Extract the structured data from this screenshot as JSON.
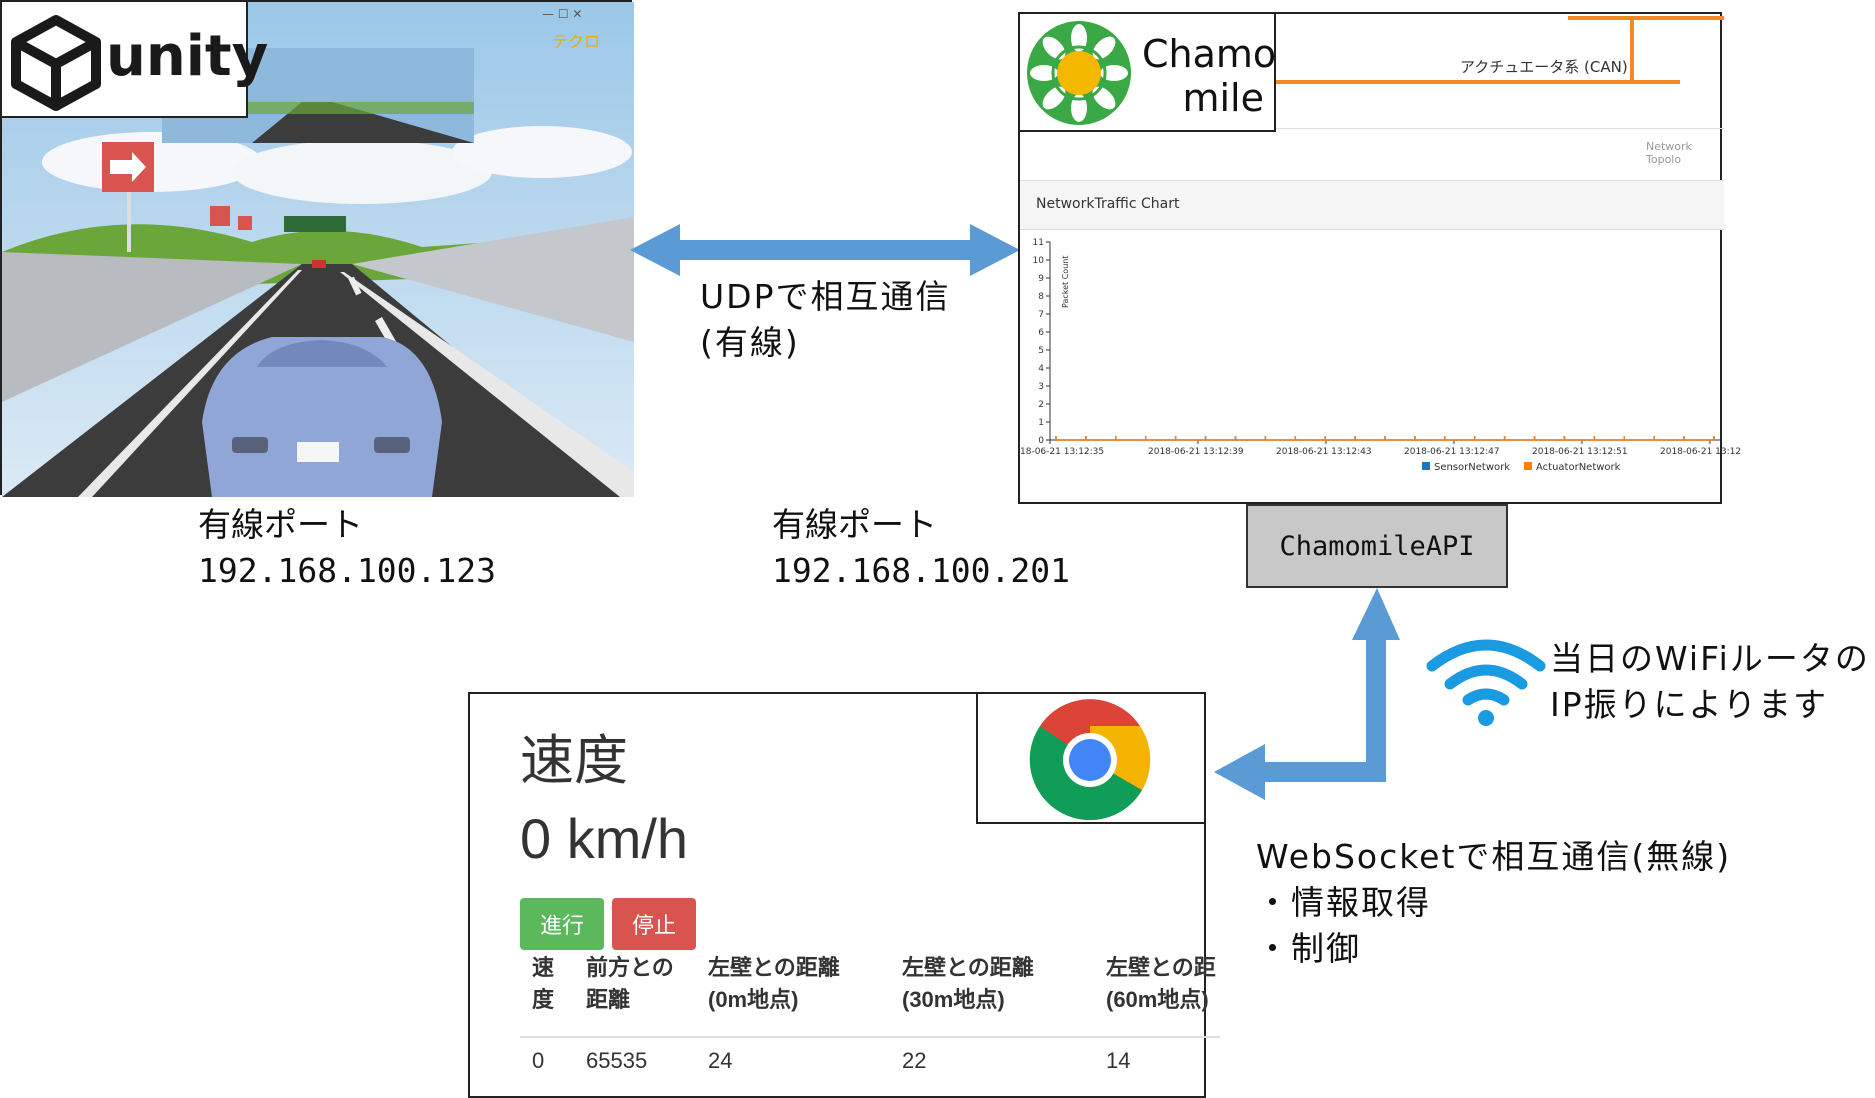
{
  "unity": {
    "logo_text": "unity",
    "sim_overlay_text": "テクロ"
  },
  "chamomile": {
    "logo_text_line1": "Chamo",
    "logo_text_line2": "mile",
    "actuator_label": "アクチュエータ系 (CAN)",
    "network_topology_tab": "Network Topolo",
    "chart_title": "NetworkTraffic Chart",
    "y_axis_label": "Packet Count",
    "legend": [
      "SensorNetwork",
      "ActuatorNetwork"
    ],
    "colors": {
      "sensor": "#1f77b4",
      "actuator": "#ff7f0e"
    }
  },
  "chart_data": {
    "type": "line",
    "title": "NetworkTraffic Chart",
    "ylabel": "Packet Count",
    "xlabel": "",
    "ylim": [
      0,
      11
    ],
    "yticks": [
      0,
      1,
      2,
      3,
      4,
      5,
      6,
      7,
      8,
      9,
      10,
      11
    ],
    "xtick_labels": [
      "18-06-21 13:12:35",
      "2018-06-21 13:12:39",
      "2018-06-21 13:12:43",
      "2018-06-21 13:12:47",
      "2018-06-21 13:12:51",
      "2018-06-21 13:12"
    ],
    "series": [
      {
        "name": "SensorNetwork",
        "values": [
          0,
          0,
          0,
          0,
          0,
          0,
          0,
          0,
          0,
          0,
          0,
          0,
          0,
          0,
          0,
          0,
          0,
          0,
          0,
          0,
          0,
          0,
          0
        ]
      },
      {
        "name": "ActuatorNetwork",
        "values": [
          0,
          0,
          0,
          0,
          0,
          0,
          0,
          0,
          0,
          0,
          0,
          0,
          0,
          0,
          0,
          0,
          0,
          0,
          0,
          0,
          0,
          0,
          0
        ]
      }
    ],
    "legend_position": "bottom"
  },
  "labels": {
    "udp_line1": "UDPで相互通信",
    "udp_line2": "(有線)",
    "unity_port_title": "有線ポート",
    "unity_port_ip": "192.168.100.123",
    "chamo_port_title": "有線ポート",
    "chamo_port_ip": "192.168.100.201",
    "api_box": "ChamomileAPI",
    "wifi_line1": "当日のWiFiルータの",
    "wifi_line2": "IP振りによります",
    "ws_line1": "WebSocketで相互通信(無線)",
    "ws_line2": "・情報取得",
    "ws_line3": "・制御"
  },
  "browser": {
    "title": "速度",
    "speed_value": "0 km/h",
    "btn_go": "進行",
    "btn_stop": "停止",
    "table_headers": [
      [
        "速",
        "度"
      ],
      [
        "前方との",
        "距離"
      ],
      [
        "左壁との距離",
        "(0m地点)"
      ],
      [
        "左壁との距離",
        "(30m地点)"
      ],
      [
        "左壁との距",
        "(60m地点)"
      ]
    ],
    "table_row": [
      "0",
      "65535",
      "24",
      "22",
      "14"
    ]
  },
  "colors": {
    "arrow": "#5b9bd5",
    "wifi": "#1a9ae0",
    "btn_go": "#5cb85c",
    "btn_stop": "#d9534f"
  }
}
